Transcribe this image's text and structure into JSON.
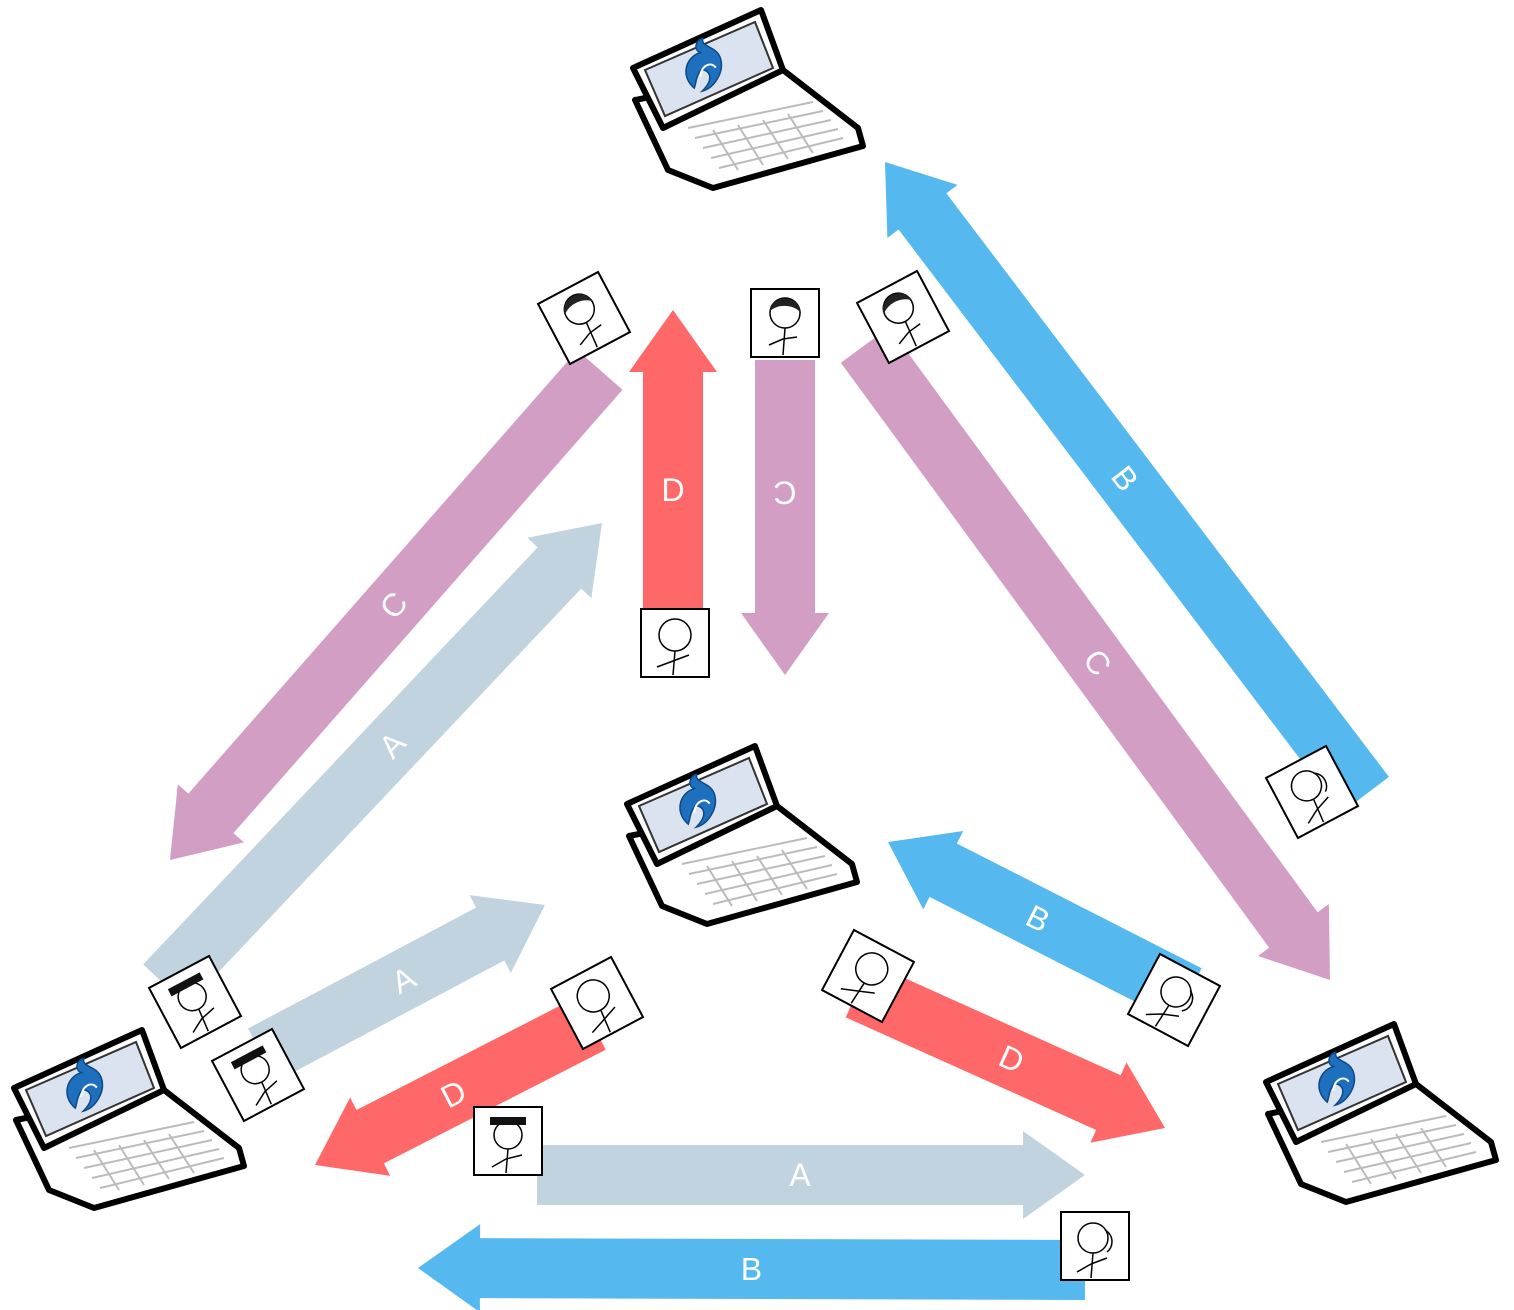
{
  "colors": {
    "stream_A": "#c2d3e0",
    "stream_B": "#55b9f0",
    "stream_C": "#d39ec4",
    "stream_D": "#ff6868",
    "screen": "#dbe3f0",
    "logo": "#1e6fbd"
  },
  "streams": {
    "A": "A",
    "B": "B",
    "C": "C",
    "D": "D"
  },
  "nodes": [
    {
      "icon": "laptop-icon",
      "position": "top"
    },
    {
      "icon": "laptop-icon",
      "position": "center"
    },
    {
      "icon": "laptop-icon",
      "position": "bottom-left"
    },
    {
      "icon": "laptop-icon",
      "position": "bottom-right"
    }
  ]
}
